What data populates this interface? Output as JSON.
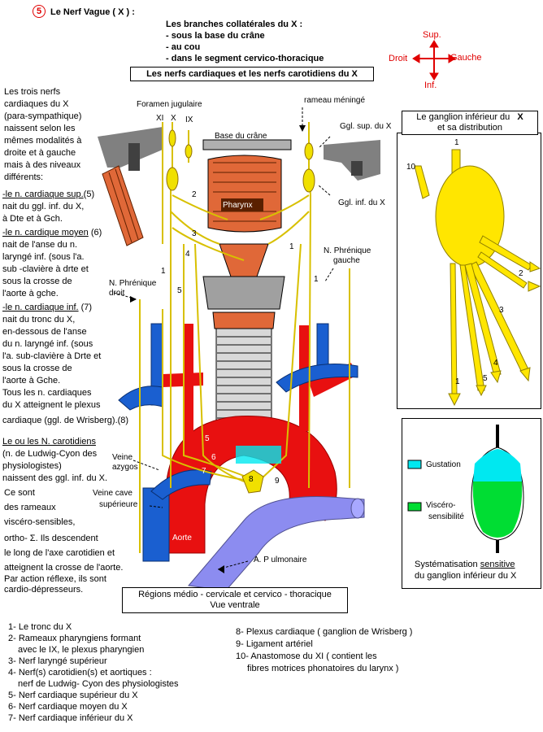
{
  "header": {
    "number": "5",
    "title": "Le Nerf Vague ( X ) :",
    "branches_title": "Les branches collatérales du X :",
    "branches": [
      "- sous la base du crâne",
      "- au cou",
      "- dans le segment cervico-thoracique"
    ],
    "subtitle": "Les nerfs cardiaques et les nerfs carotidiens du X"
  },
  "compass": {
    "up": "Sup.",
    "down": "Inf.",
    "left": "Droit",
    "right": "Gauche"
  },
  "left_text": {
    "intro": [
      "Les trois nerfs",
      "cardiaques du X",
      "(para-sympathique)",
      "naissent selon les",
      "mêmes modalités à",
      "droite et à gauche",
      "mais à des niveaux",
      "différents:"
    ],
    "sup_head": "-le n. cardiaque sup.",
    "sup_num": "(5)",
    "sup_body": [
      "nait du ggl. inf. du X,",
      "à Dte et à Gch."
    ],
    "moyen_head": "-le n. cardique moyen",
    "moyen_num": "(6)",
    "moyen_body": [
      "nait de l'anse du n.",
      "laryngé inf.  (sous l'a.",
      "sub -clavière à drte et",
      "sous la crosse de",
      "l'aorte à gche."
    ],
    "inf_head": "-le n. cardiaque inf.",
    "inf_num": "(7)",
    "inf_body": [
      "nait du tronc du X,",
      "en-dessous de l'anse",
      "du n. laryngé inf. (sous",
      "l'a. sub-clavière à Drte et",
      "sous la crosse de",
      "l'aorte à Gche.",
      "Tous les n. cardiaques",
      "du X atteignent le plexus",
      "cardiaque (ggl. de Wrisberg).(8)"
    ],
    "carot_head": "Le ou les N. carotidiens",
    "carot_body": [
      "(n. de Ludwig-Cyon des",
      "physiologistes)",
      "naissent des ggl. inf. du X."
    ],
    "carot_more": [
      "Ce sont",
      "des rameaux",
      "viscéro-sensibles,",
      "ortho- Σ.  Ils  descendent",
      "le long de  l'axe carotidien  et",
      "atteignent  la crosse de l'aorte.",
      "Par action réflexe, ils sont",
      "cardio-dépresseurs."
    ]
  },
  "anatomy_labels": {
    "foramen": "Foramen jugulaire",
    "xi": "XI",
    "x": "X",
    "ix": "IX",
    "base": "Base du crâne",
    "pharynx": "Pharynx",
    "rameau": "rameau méningé",
    "ggl_sup": "Ggl. sup. du X",
    "ggl_inf": "Ggl. inf. du X",
    "phrenique_g": [
      "N. Phrénique",
      "gauche"
    ],
    "phrenique_d": [
      "N. Phrénique",
      "droit"
    ],
    "veine_azygos": [
      "Veine",
      "azygos"
    ],
    "veine_cave": [
      "Veine cave",
      "supérieure"
    ],
    "aorte": "Aorte",
    "ap": "A. P ulmonaire",
    "n1a": "1",
    "n2": "2",
    "n3": "3",
    "n4": "4",
    "n5a": "5",
    "n1b": "1",
    "n1c": "1",
    "n5b": "5",
    "n6": "6",
    "n7": "7",
    "n8": "8",
    "n9": "9"
  },
  "region_caption": [
    "Régions médio - cervicale et cervico - thoracique",
    "Vue ventrale"
  ],
  "ganglion_panel": {
    "title": "Le ganglion inférieur du",
    "title_x": "X",
    "title2": "et sa distribution",
    "labels": {
      "top": "1",
      "l10": "10",
      "l2": "2",
      "l3": "3",
      "l4": "4",
      "l5": "5",
      "l1": "1"
    }
  },
  "syst_panel": {
    "gustation": "Gustation",
    "visc1": "Viscéro-",
    "visc2": "sensibilité",
    "caption1_a": "Systématisation ",
    "caption1_b": "sensitive",
    "caption2": "du ganglion inférieur du X",
    "gust_color": "#00e8f0",
    "visc_color": "#00dd33"
  },
  "legend_left": [
    "1- Le tronc du X",
    "2- Rameaux pharyngiens formant",
    "avec le IX, le plexus pharyngien",
    "3- Nerf laryngé supérieur",
    "4- Nerf(s) carotidien(s) et aortiques :",
    "nerf de Ludwig- Cyon des physiologistes",
    "5- Nerf cardiaque supérieur du X",
    "6- Nerf cardiaque moyen du X",
    "7- Nerf cardiaque inférieur du X"
  ],
  "legend_right": [
    "8- Plexus cardiaque ( ganglion de Wrisberg )",
    "9- Ligament artériel",
    "10- Anastomose du XI ( contient les",
    "fibres motrices phonatoires du larynx )"
  ],
  "colors": {
    "nerve": "#f0e000",
    "artery": "#e81010",
    "vein": "#1a5fd0",
    "pulmonary": "#8c8cf0",
    "bone": "#808080",
    "muscle": "#e06838"
  }
}
